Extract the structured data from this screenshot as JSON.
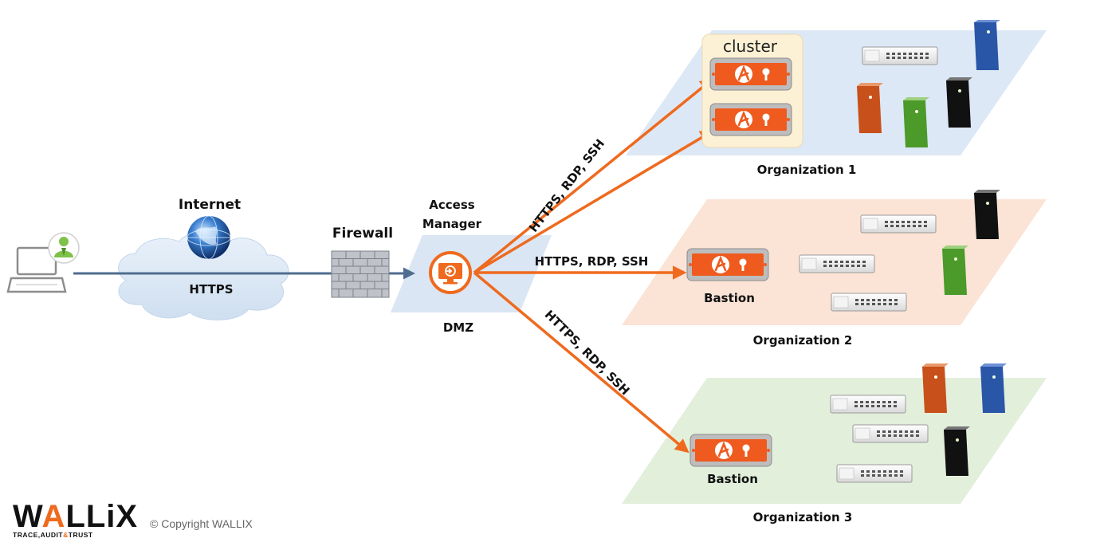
{
  "labels": {
    "internet": "Internet",
    "https_cloud": "HTTPS",
    "firewall": "Firewall",
    "access_manager_line1": "Access",
    "access_manager_line2": "Manager",
    "dmz": "DMZ",
    "cluster": "cluster",
    "bastion_org2": "Bastion",
    "bastion_org3": "Bastion",
    "org1": "Organization 1",
    "org2": "Organization 2",
    "org3": "Organization 3",
    "protocols_org1": "HTTPS, RDP, SSH",
    "protocols_org2": "HTTPS, RDP, SSH",
    "protocols_org3": "HTTPS, RDP, SSH"
  },
  "footer": {
    "logo_w": "W",
    "logo_a": "A",
    "logo_rest": "LLiX",
    "tagline_pre": "TRACE,AUDIT",
    "tagline_amp": "&",
    "tagline_post": "TRUST",
    "copyright": "© Copyright WALLIX"
  },
  "colors": {
    "accent_orange": "#ef6a1e",
    "connection_blue": "#4f6d8f",
    "org1_plane": "#dce8f5",
    "org2_plane": "#fbe3d6",
    "org3_plane": "#e2efda",
    "dmz_plane": "#dae6f3",
    "cluster_box": "#fdf1d5",
    "server_orange": "#c8501a",
    "server_green": "#4b9a2a",
    "server_blue": "#2a56a8",
    "server_black": "#111111"
  },
  "icons": {
    "user": "laptop-user-icon",
    "internet": "globe-icon",
    "firewall": "brick-wall-icon",
    "access_manager": "access-manager-icon",
    "bastion": "bastion-appliance-icon",
    "switch": "network-switch-icon",
    "server": "tower-server-icon"
  }
}
